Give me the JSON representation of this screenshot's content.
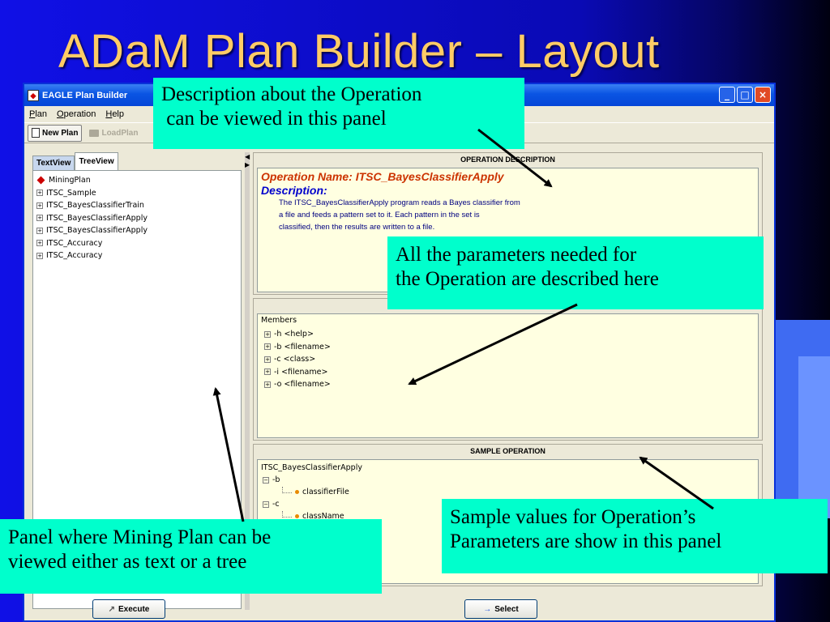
{
  "slide": {
    "title": "ADaM Plan Builder – Layout"
  },
  "window": {
    "title": "EAGLE Plan Builder",
    "controls": {
      "minimize": "_",
      "maximize": "□",
      "close": "×"
    }
  },
  "menu": [
    "Plan",
    "Operation",
    "Help"
  ],
  "toolbar": {
    "new_plan": "New Plan",
    "load_plan": "LoadPlan"
  },
  "tabs": {
    "text_view": "TextView",
    "tree_view": "TreeView"
  },
  "tree": {
    "root": "MiningPlan",
    "items": [
      "ITSC_Sample",
      "ITSC_BayesClassifierTrain",
      "ITSC_BayesClassifierApply",
      "ITSC_BayesClassifierApply",
      "ITSC_Accuracy",
      "ITSC_Accuracy"
    ]
  },
  "operation_description": {
    "header": "OPERATION DESCRIPTION",
    "name": "Operation Name:  ITSC_BayesClassifierApply",
    "description_label": "Description:",
    "lines": [
      "The ITSC_BayesClassifierApply program reads a Bayes classifier from",
      "a file and feeds a pattern set to it. Each pattern in the set is",
      "classified, then the results are written to a file."
    ]
  },
  "operation_attributes": {
    "members_label": "Members",
    "members": [
      "-h <help>",
      "-b <filename>",
      "-c <class>",
      "-i <filename>",
      "-o <filename>"
    ]
  },
  "sample_operation": {
    "header": "SAMPLE OPERATION",
    "root": "ITSC_BayesClassifierApply",
    "param_b": "-b",
    "param_b_child": "classifierFile",
    "param_c": "-c",
    "param_c_child": "className"
  },
  "buttons": {
    "execute": "Execute",
    "select": "Select"
  },
  "callouts": {
    "description": [
      "Description about the Operation",
      " can be viewed in this panel"
    ],
    "parameters": [
      "All the parameters needed for",
      "the Operation are described here"
    ],
    "sample": [
      "Sample values for Operation’s",
      "Parameters are show in this panel"
    ],
    "plan": [
      "Panel where Mining Plan can be",
      "viewed either as text or a tree"
    ]
  },
  "colors": {
    "title": "#ffcc66",
    "callout_bg": "#00ffcc",
    "panel_bg": "#ffffe1",
    "op_name": "#cc3300",
    "desc_label": "#0000cc"
  }
}
